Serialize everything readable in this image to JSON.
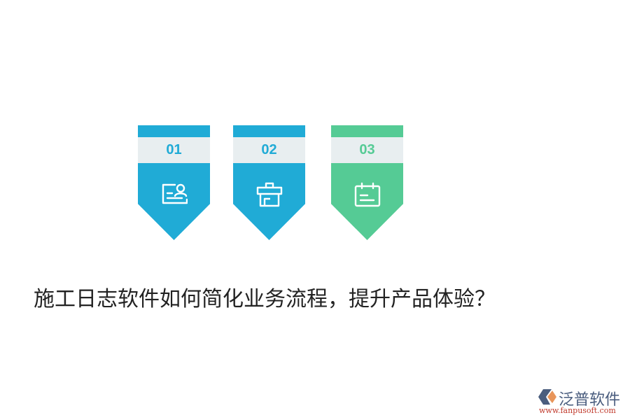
{
  "colors": {
    "blue": "#20abd6",
    "green": "#55cb95",
    "band": "#e8eef0"
  },
  "cards": [
    {
      "number": "01",
      "icon": "id-card-user-icon",
      "color": "#20abd6"
    },
    {
      "number": "02",
      "icon": "toolbox-icon",
      "color": "#20abd6"
    },
    {
      "number": "03",
      "icon": "calendar-icon",
      "color": "#55cb95"
    }
  ],
  "title": "施工日志软件如何简化业务流程，提升产品体验？",
  "logo": {
    "brand": "泛普软件",
    "url": "www.fanpusoft.com"
  }
}
